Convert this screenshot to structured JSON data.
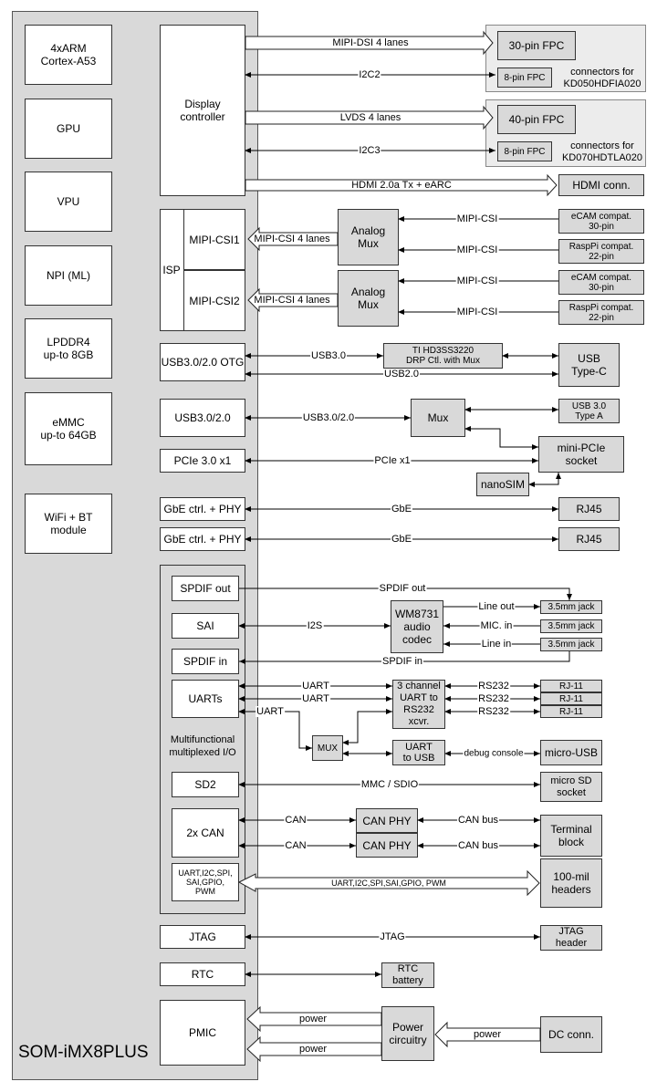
{
  "som": {
    "title": "SOM-iMX8PLUS",
    "left_blocks": [
      "4xARM\nCortex-A53",
      "GPU",
      "VPU",
      "NPI (ML)",
      "LPDDR4\nup-to 8GB",
      "eMMC\nup-to 64GB",
      "WiFi + BT\nmodule"
    ],
    "display_controller": "Display\ncontroller",
    "isp": "ISP",
    "mipi_csi1": "MIPI-CSI1",
    "mipi_csi2": "MIPI-CSI2",
    "usb_otg": "USB3.0/2.0 OTG",
    "usb": "USB3.0/2.0",
    "pcie": "PCIe 3.0 x1",
    "gbe1": "GbE ctrl. + PHY",
    "gbe2": "GbE ctrl. + PHY",
    "multi_label": "Multifunctional\nmultiplexed I/O",
    "spdif_out": "SPDIF out",
    "sai": "SAI",
    "spdif_in": "SPDIF in",
    "uarts": "UARTs",
    "sd2": "SD2",
    "can": "2x CAN",
    "misc": "UART,I2C,SPI,\nSAI,GPIO,\nPWM",
    "jtag": "JTAG",
    "rtc": "RTC",
    "pmic": "PMIC"
  },
  "external": {
    "fpc30": "30-pin FPC",
    "fpc8a": "8-pin FPC",
    "conn_note1": "connectors for\nKD050HDFIA020",
    "fpc40": "40-pin FPC",
    "fpc8b": "8-pin FPC",
    "conn_note2": "connectors for\nKD070HDTLA020",
    "hdmi_conn": "HDMI conn.",
    "analog_mux": "Analog\nMux",
    "ecam": "eCAM compat.\n30-pin",
    "raspi": "RaspPi compat.\n22-pin",
    "ti_chip": "TI HD3SS3220\nDRP Ctl. with Mux",
    "usb_c": "USB\nType-C",
    "mux": "Mux",
    "usb_a": "USB 3.0\nType A",
    "minipcie": "mini-PCIe\nsocket",
    "nanosim": "nanoSIM",
    "rj45": "RJ45",
    "codec": "WM8731\naudio\ncodec",
    "jack": "3.5mm jack",
    "uart_xcvr": "3 channel\nUART to\nRS232\nxcvr.",
    "rj11": "RJ-11",
    "mux_small": "MUX",
    "uart_usb": "UART\nto USB",
    "micro_usb": "micro-USB",
    "microsd": "micro SD\nsocket",
    "can_phy": "CAN PHY",
    "terminal": "Terminal\nblock",
    "headers": "100-mil\nheaders",
    "jtag_header": "JTAG\nheader",
    "rtc_battery": "RTC\nbattery",
    "power_circuitry": "Power\ncircuitry",
    "dc_conn": "DC conn."
  },
  "links": {
    "mipi_dsi": "MIPI-DSI 4 lanes",
    "i2c2": "I2C2",
    "lvds": "LVDS 4 lanes",
    "i2c3": "I2C3",
    "hdmi": "HDMI 2.0a Tx + eARC",
    "mipi_csi_4": "MIPI-CSI 4 lanes",
    "mipi_csi": "MIPI-CSI",
    "usb30": "USB3.0",
    "usb20": "USB2.0",
    "usb3020": "USB3.0/2.0",
    "pcie_x1": "PCIe x1",
    "gbe": "GbE",
    "spdif_out": "SPDIF out",
    "i2s": "I2S",
    "line_out": "Line out",
    "mic_in": "MIC. in",
    "line_in": "Line in",
    "spdif_in": "SPDIF in",
    "uart": "UART",
    "rs232": "RS232",
    "debug_console": "debug console",
    "mmc": "MMC / SDIO",
    "can": "CAN",
    "can_bus": "CAN bus",
    "misc_bus": "UART,I2C,SPI,SAI,GPIO, PWM",
    "jtag": "JTAG",
    "power": "power"
  }
}
